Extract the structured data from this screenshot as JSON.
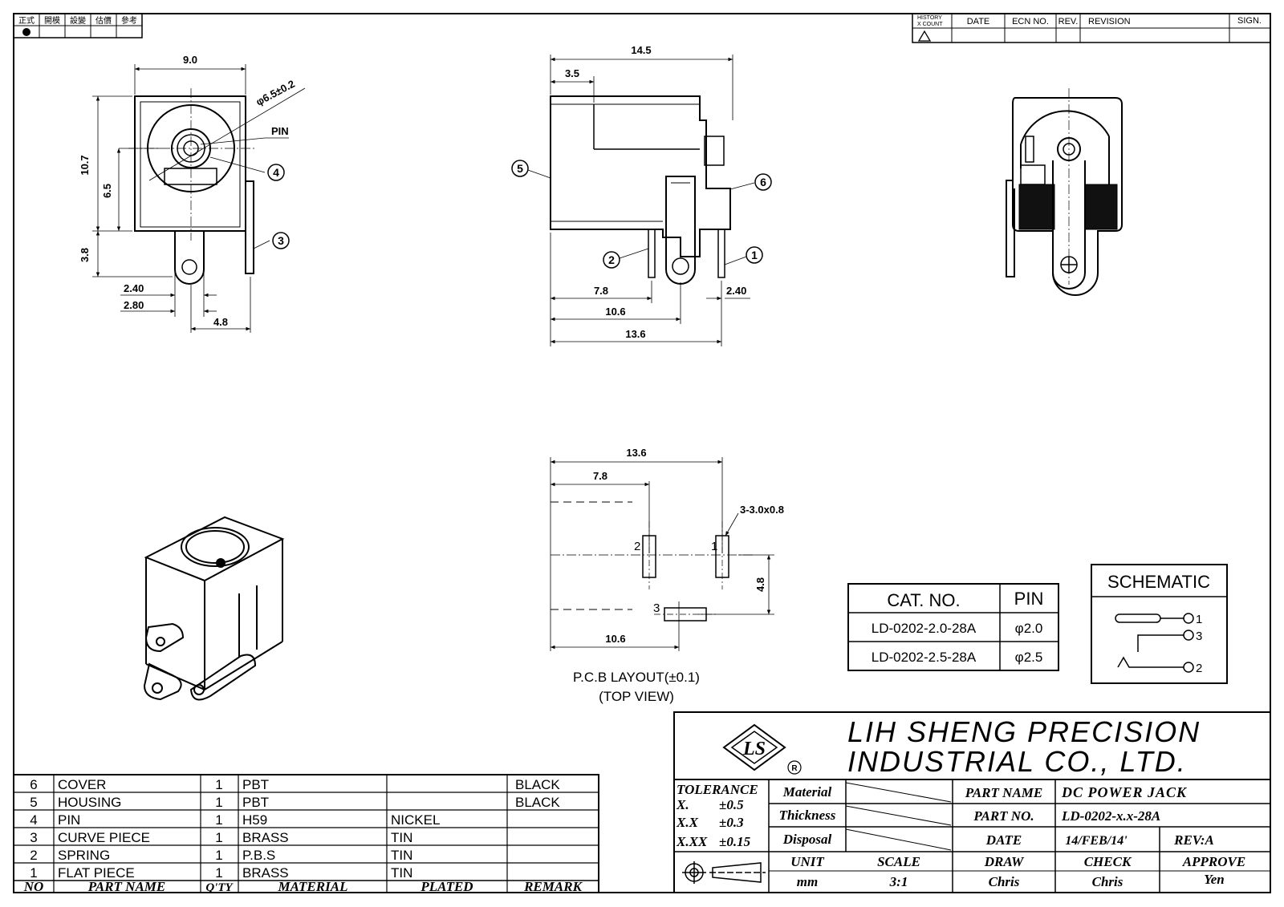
{
  "history_chinese_labels": [
    "正式",
    "開模",
    "設變",
    "估價",
    "參考"
  ],
  "revision_header": {
    "history_count": [
      "HISTORY",
      "X COUNT"
    ],
    "date": "DATE",
    "ecn_no": "ECN NO.",
    "rev": "REV.",
    "revision": "REVISION",
    "sign": "SIGN."
  },
  "front_view": {
    "width": "9.0",
    "outer_dia": "φ6.5±0.2",
    "pin_label": "PIN",
    "height": "10.7",
    "center": "6.5",
    "lower": "3.8",
    "d240": "2.40",
    "d280": "2.80",
    "d48": "4.8",
    "callout_4": "4",
    "callout_3": "3"
  },
  "side_view": {
    "length": "14.5",
    "d35": "3.5",
    "d78": "7.8",
    "d106": "10.6",
    "d136": "13.6",
    "d240": "2.40",
    "callout_5": "5",
    "callout_6": "6",
    "callout_2": "2",
    "callout_1": "1"
  },
  "pcb_layout": {
    "d136": "13.6",
    "d78": "7.8",
    "d106": "10.6",
    "d48": "4.8",
    "hole_spec": "3-3.0x0.8",
    "pad_1": "1",
    "pad_2": "2",
    "pad_3": "3",
    "title": "P.C.B LAYOUT(±0.1)",
    "subtitle": "(TOP VIEW)"
  },
  "cat_table": {
    "headers": [
      "CAT. NO.",
      "PIN"
    ],
    "rows": [
      [
        "LD-0202-2.0-28A",
        "φ2.0"
      ],
      [
        "LD-0202-2.5-28A",
        "φ2.5"
      ]
    ]
  },
  "schematic": {
    "title": "SCHEMATIC",
    "pins": [
      "1",
      "3",
      "2"
    ]
  },
  "company": {
    "line1": "LIH SHENG PRECISION",
    "line2": "INDUSTRIAL CO., LTD.",
    "logo_mark": "LS",
    "registered": "R"
  },
  "title_block": {
    "tolerance": "TOLERANCE",
    "tol_x": "X.",
    "tol_x_val": "±0.5",
    "tol_xx": "X.X",
    "tol_xx_val": "±0.3",
    "tol_xxx": "X.XX",
    "tol_xxx_val": "±0.15",
    "material": "Material",
    "thickness": "Thickness",
    "disposal": "Disposal",
    "part_name_label": "PART NAME",
    "part_name": "DC POWER JACK",
    "part_no_label": "PART NO.",
    "part_no": "LD-0202-x.x-28A",
    "date_label": "DATE",
    "date": "14/FEB/14'",
    "rev": "REV:A",
    "unit_label": "UNIT",
    "unit": "mm",
    "scale_label": "SCALE",
    "scale": "3:1",
    "draw_label": "DRAW",
    "draw": "Chris",
    "check_label": "CHECK",
    "check": "Chris",
    "approve_label": "APPROVE",
    "approve": "Yen"
  },
  "bom": {
    "headers": [
      "NO",
      "PART NAME",
      "Q'TY",
      "MATERIAL",
      "PLATED",
      "REMARK"
    ],
    "rows": [
      [
        "6",
        "COVER",
        "1",
        "PBT",
        "",
        "BLACK"
      ],
      [
        "5",
        "HOUSING",
        "1",
        "PBT",
        "",
        "BLACK"
      ],
      [
        "4",
        "PIN",
        "1",
        "H59",
        "NICKEL",
        ""
      ],
      [
        "3",
        "CURVE PIECE",
        "1",
        "BRASS",
        "TIN",
        ""
      ],
      [
        "2",
        "SPRING",
        "1",
        "P.B.S",
        "TIN",
        ""
      ],
      [
        "1",
        "FLAT PIECE",
        "1",
        "BRASS",
        "TIN",
        ""
      ]
    ]
  }
}
